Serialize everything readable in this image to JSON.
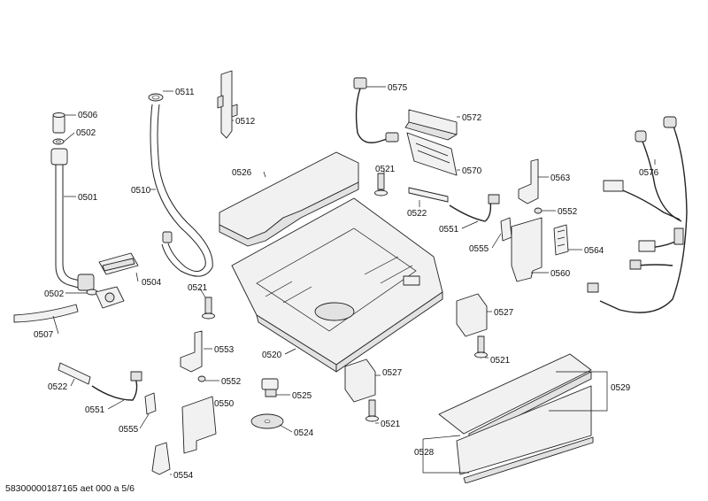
{
  "labels": {
    "l0506": "0506",
    "l0502a": "0502",
    "l0501": "0501",
    "l0502b": "0502",
    "l0507": "0507",
    "l0504": "0504",
    "l0511": "0511",
    "l0510": "0510",
    "l0512": "0512",
    "l0526": "0526",
    "l0575": "0575",
    "l0572": "0572",
    "l0570": "0570",
    "l0521a": "0521",
    "l0522a": "0522",
    "l0551a": "0551",
    "l0563": "0563",
    "l0552a": "0552",
    "l0555a": "0555",
    "l0564": "0564",
    "l0560": "0560",
    "l0576": "0576",
    "l0521b": "0521",
    "l0520": "0520",
    "l0553": "0553",
    "l0552b": "0552",
    "l0522b": "0522",
    "l0551b": "0551",
    "l0555b": "0555",
    "l0550": "0550",
    "l0554": "0554",
    "l0525": "0525",
    "l0524": "0524",
    "l0527a": "0527",
    "l0521c": "0521",
    "l0527b": "0527",
    "l0521d": "0521",
    "l0529": "0529",
    "l0528": "0528"
  },
  "footer": "58300000187165 aet 000 a 5/6"
}
